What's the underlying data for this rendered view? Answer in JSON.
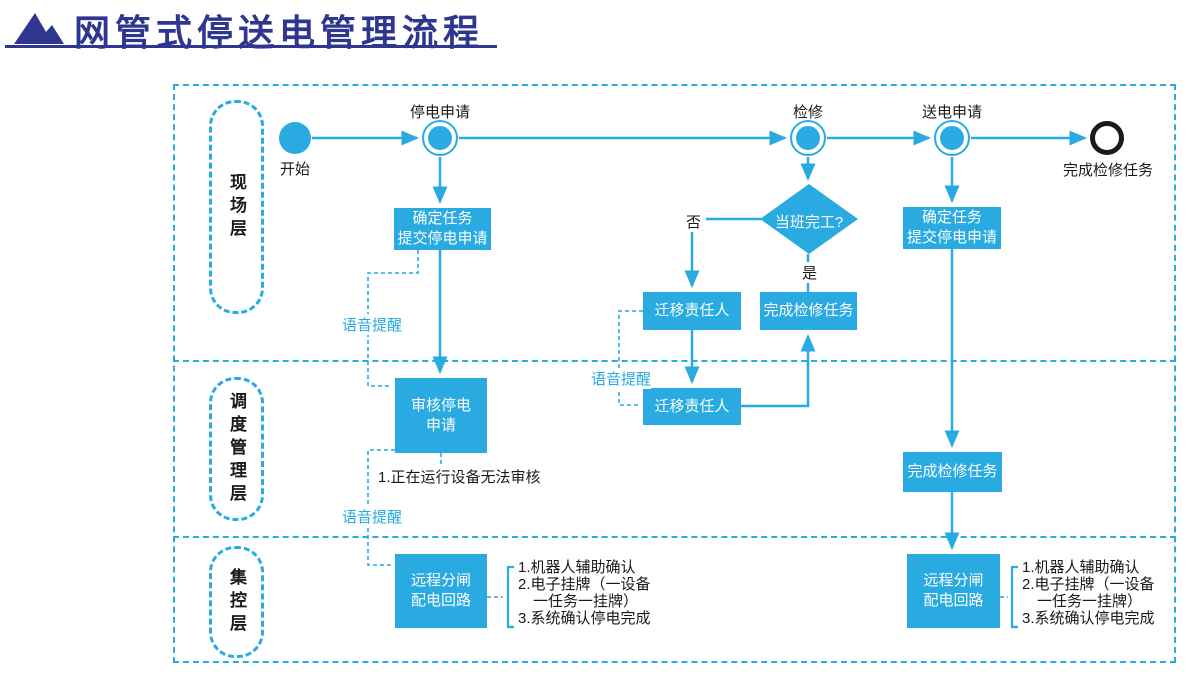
{
  "title": {
    "text": "网管式停送电管理流程"
  },
  "lanes": [
    {
      "label": "现场层"
    },
    {
      "label": "调度管理层"
    },
    {
      "label": "集控层"
    }
  ],
  "nodes": {
    "start": {
      "label": "开始"
    },
    "outage_request": {
      "label": "停电申请"
    },
    "maintenance": {
      "label": "检修"
    },
    "power_on_request": {
      "label": "送电申请"
    },
    "end": {
      "label": "完成检修任务"
    }
  },
  "boxes": {
    "confirm": {
      "line1": "确定任务",
      "line2": "提交停电申请"
    },
    "transfer": {
      "label": "迁移责任人"
    },
    "complete": {
      "label": "完成检修任务"
    },
    "review": {
      "line1": "审核停电",
      "line2": "申请"
    },
    "remote": {
      "line1": "远程分闸",
      "line2": "配电回路"
    }
  },
  "decision": {
    "label": "当班完工?",
    "yes": "是",
    "no": "否"
  },
  "annotations": {
    "voice_reminder": "语音提醒",
    "review_note": "1.正在运行设备无法审核",
    "remote_list": [
      "1.机器人辅助确认",
      "2.电子挂牌（一设备",
      "一任务一挂牌）",
      "3.系统确认停电完成"
    ]
  },
  "colors": {
    "accent": "#29ABE2",
    "title": "#2F3690",
    "end_node": "#1A1A1A",
    "text": "#1A1A1A"
  }
}
